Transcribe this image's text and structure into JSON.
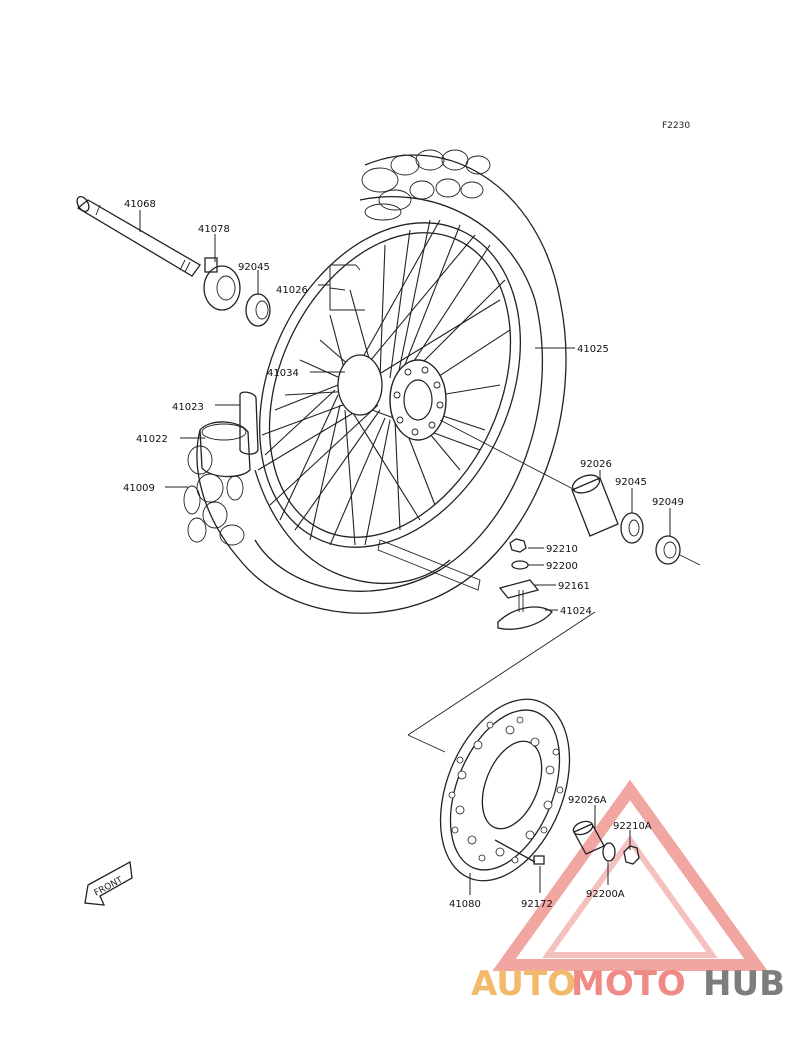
{
  "figure_code": "F2230",
  "front_label": "FRONT",
  "parts": {
    "axle": "41068",
    "collar_left": "41078",
    "bearing_left": "92045",
    "spokes": "41026",
    "rim": "41025",
    "hub": "41034",
    "tube": "41023",
    "rim_band": "41022",
    "tire": "41009",
    "spacer": "92026",
    "bearing_right": "92045",
    "oil_seal": "92049",
    "nut": "92210",
    "washer": "92200",
    "bolt": "92161",
    "rim_lock": "41024",
    "collar_a": "92026A",
    "nut_a": "92210A",
    "washer_a": "92200A",
    "brake_disc": "41080",
    "disc_bolt": "92172"
  },
  "watermark": {
    "auto": "AUTO",
    "moto": "MOTO",
    "hub": "HUB"
  }
}
